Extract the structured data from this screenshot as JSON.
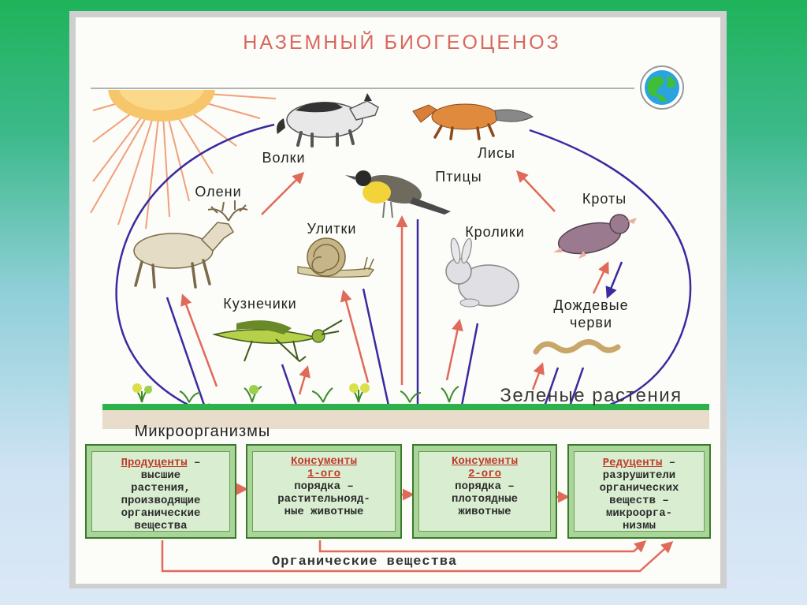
{
  "title": "НАЗЕМНЫЙ БИОГЕОЦЕНОЗ",
  "animals": {
    "wolves": "Волки",
    "foxes": "Лисы",
    "birds": "Птицы",
    "deer": "Олени",
    "moles": "Кроты",
    "snails": "Улитки",
    "rabbits": "Кролики",
    "grasshoppers": "Кузнечики",
    "earthworms_line1": "Дождевые",
    "earthworms_line2": "черви"
  },
  "green_plants": "Зеленые растения",
  "microorganisms": "Микроорганизмы",
  "boxes": [
    {
      "title": "Продуценты",
      "dash": " –",
      "body": "высшие\nрастения,\nпроизводящие\nорганические\nвещества"
    },
    {
      "title": "Консументы\n1-ого",
      "dash": "",
      "body": "порядка –\nрастительнояд-\nные животные"
    },
    {
      "title": "Консументы\n2-ого",
      "dash": "",
      "body": "порядка –\nплотоядные\nживотные"
    },
    {
      "title": "Редуценты",
      "dash": " –",
      "body": "разрушители\nорганических\nвеществ –\nмикроорга-\nнизмы"
    }
  ],
  "organic_substances": "Органические вещества",
  "colors": {
    "red_arrow": "#e06a5a",
    "blue_arrow": "#3a2aa0",
    "title": "#d8675d",
    "ground": "#2db14a"
  },
  "icons": [
    "sun-icon",
    "globe-icon",
    "wolf-icon",
    "fox-icon",
    "bird-icon",
    "deer-icon",
    "mole-icon",
    "snail-icon",
    "rabbit-icon",
    "grasshopper-icon",
    "worm-icon",
    "plant-icon"
  ]
}
